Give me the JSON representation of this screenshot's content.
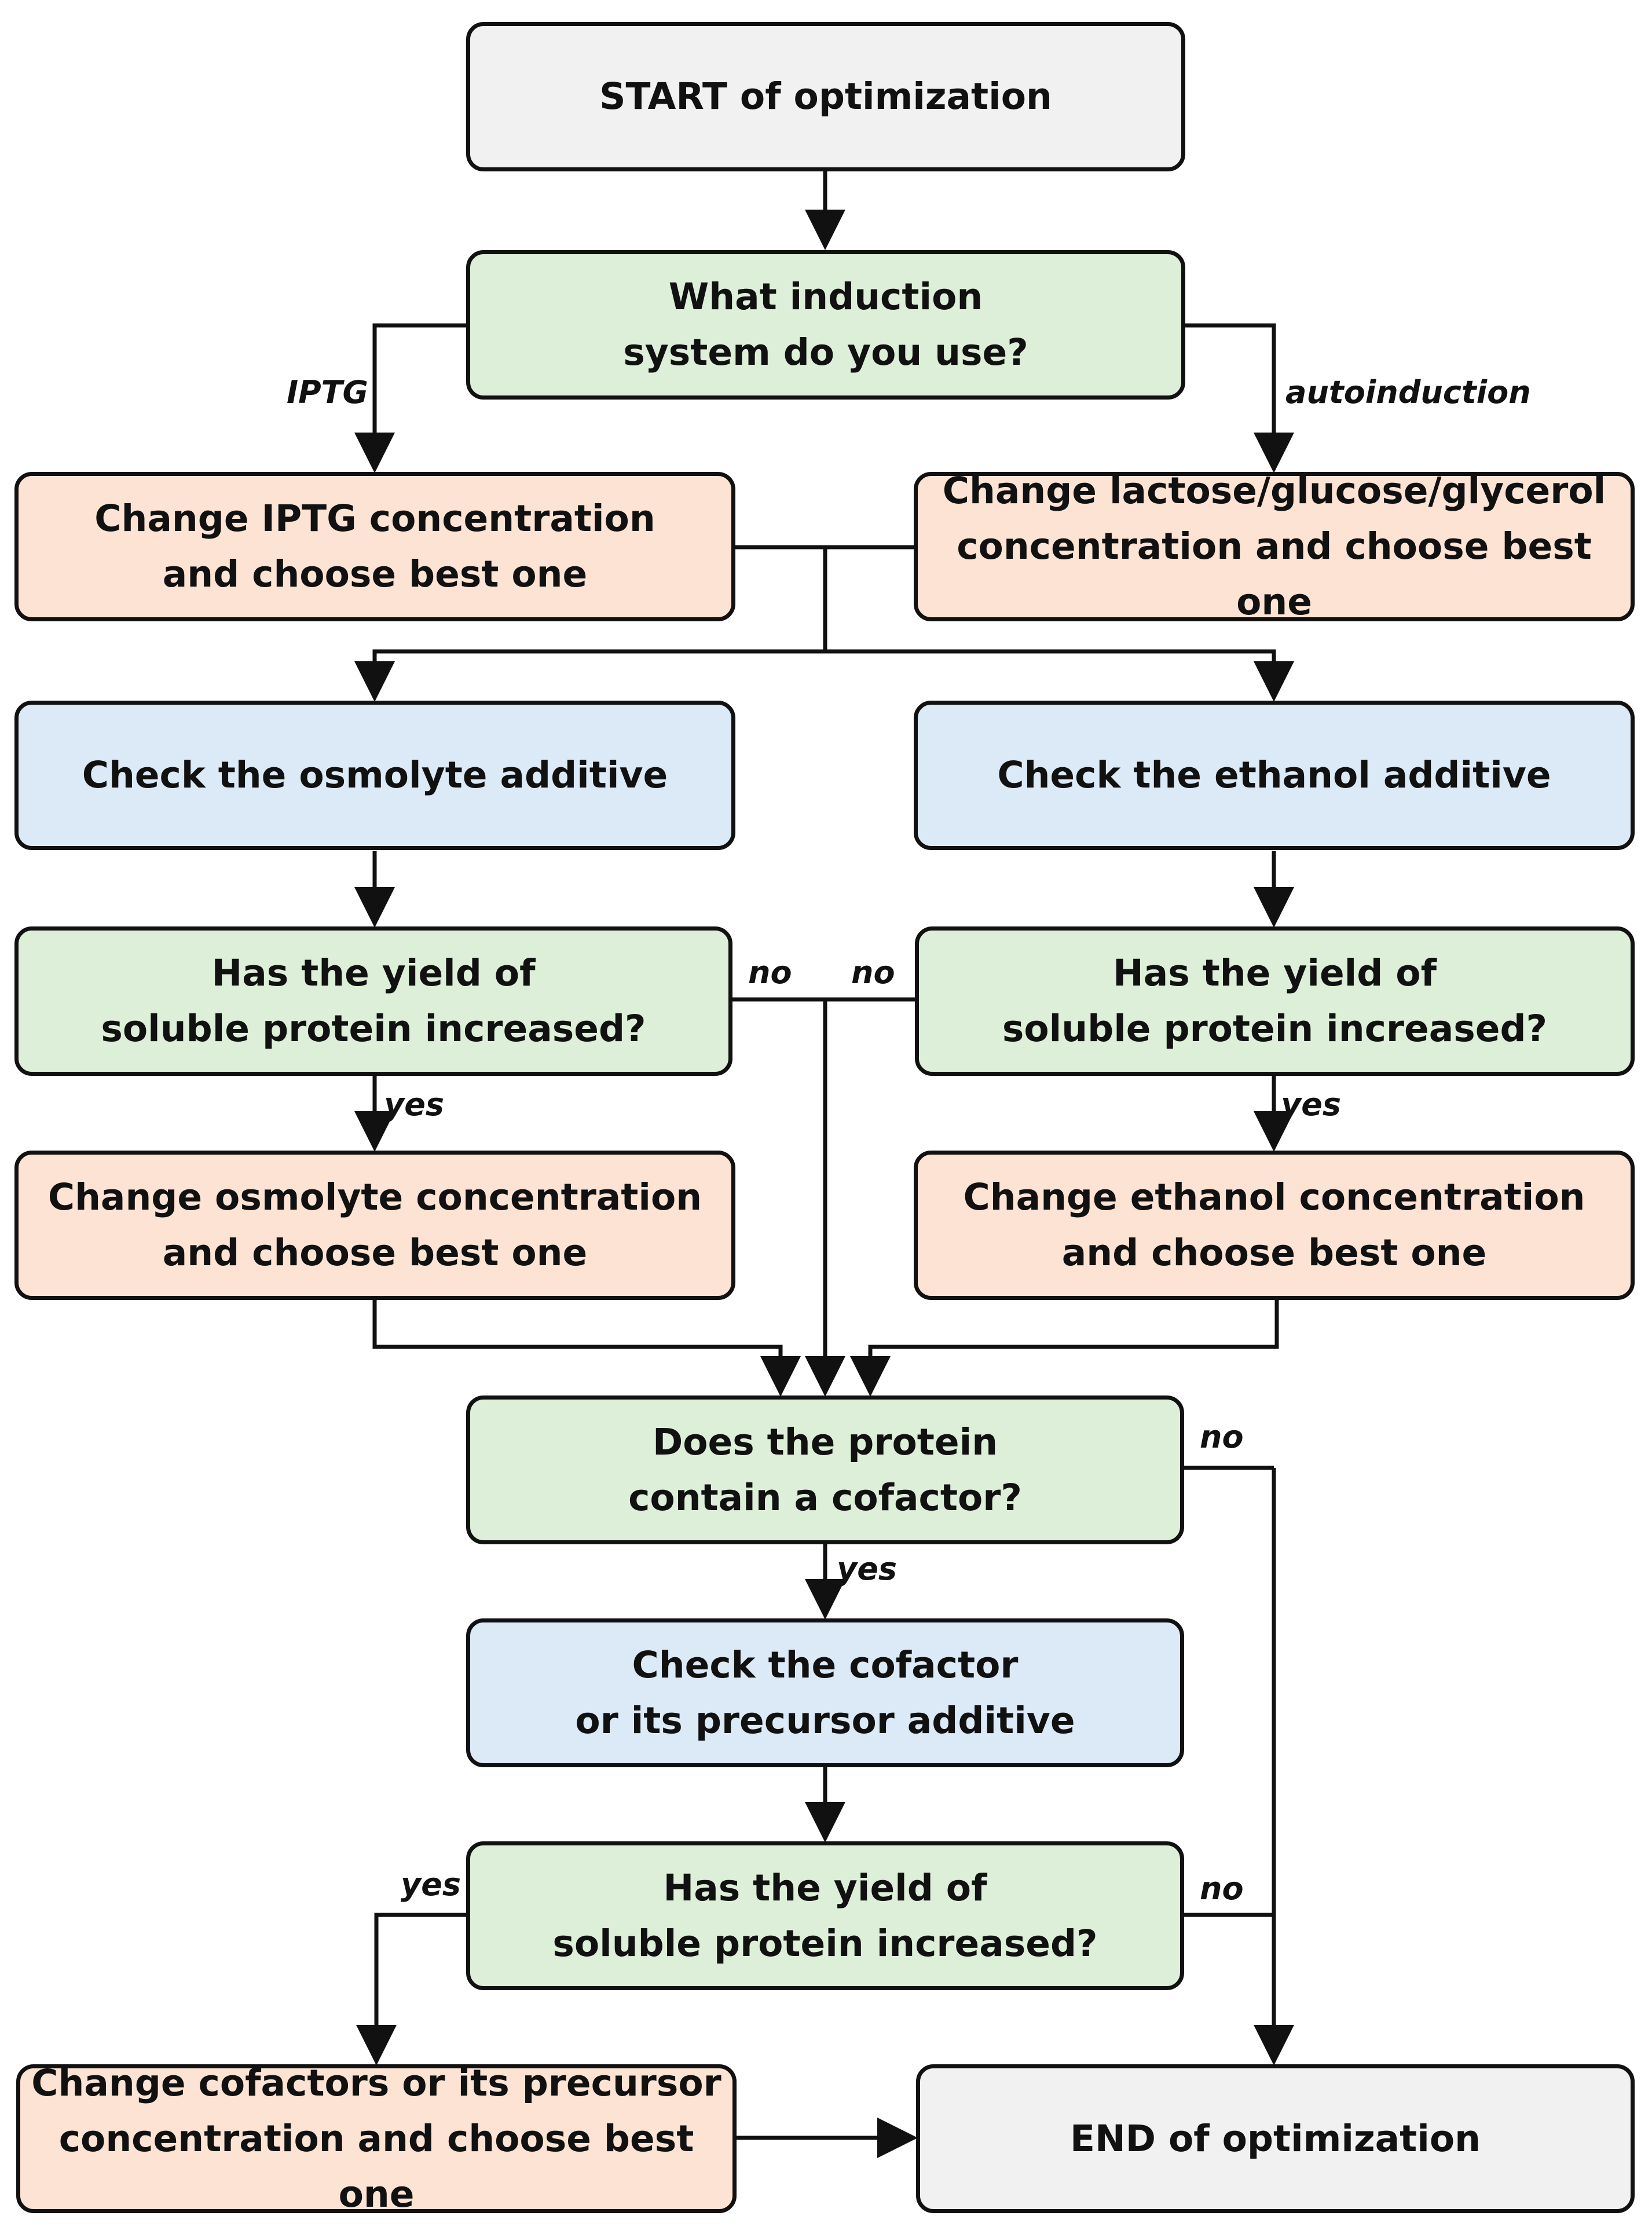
{
  "colors": {
    "gray": "#f1f1f1",
    "green": "#ddefd8",
    "peach": "#fce3d4",
    "blue": "#dce9f6",
    "line": "#111111"
  },
  "nodes": {
    "start": "START of optimization",
    "induction_question": "What induction\nsystem do you use?",
    "iptg_change": "Change IPTG concentration\nand choose best one",
    "lactose_change": "Change lactose/glucose/glycerol\nconcentration and choose best one",
    "osmolyte_check": "Check the osmolyte additive",
    "ethanol_check": "Check the ethanol additive",
    "yield_question_left": "Has the yield of\nsoluble protein increased?",
    "yield_question_right": "Has the yield of\nsoluble protein increased?",
    "osmolyte_change": "Change osmolyte concentration\nand choose best one",
    "ethanol_change": "Change ethanol concentration\nand choose best one",
    "cofactor_question": "Does the protein\ncontain a cofactor?",
    "cofactor_check": "Check the cofactor\nor its precursor additive",
    "yield_question_bottom": "Has the yield of\nsoluble protein increased?",
    "cofactor_change": "Change cofactors or its precursor\nconcentration and choose best one",
    "end": "END of optimization"
  },
  "edge_labels": {
    "iptg": "IPTG",
    "autoinduction": "autoinduction",
    "no_left": "no",
    "no_right": "no",
    "yes_left": "yes",
    "yes_right": "yes",
    "no_cofactor": "no",
    "yes_cofactor": "yes",
    "yes_bottom": "yes",
    "no_bottom": "no"
  }
}
